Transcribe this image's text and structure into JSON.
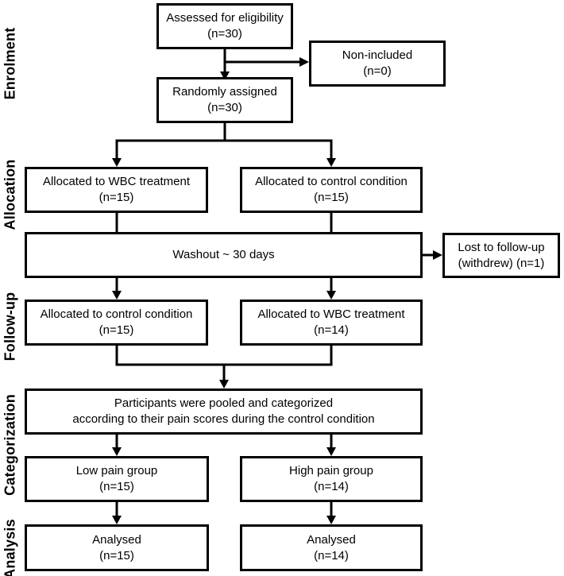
{
  "stages": [
    {
      "label": "Enrolment"
    },
    {
      "label": "Allocation"
    },
    {
      "label": "Follow-up"
    },
    {
      "label": "Categorization"
    },
    {
      "label": "Analysis"
    }
  ],
  "boxes": {
    "assessed": {
      "lines": [
        "Assessed for eligibility",
        "(n=30)"
      ]
    },
    "non_included": {
      "lines": [
        "Non-included",
        "(n=0)"
      ]
    },
    "randomized": {
      "lines": [
        "Randomly assigned",
        "(n=30)"
      ]
    },
    "alloc_wbc": {
      "lines": [
        "Allocated to WBC treatment",
        "(n=15)"
      ]
    },
    "alloc_control": {
      "lines": [
        "Allocated to control condition",
        "(n=15)"
      ]
    },
    "washout": {
      "lines": [
        "Washout ~ 30 days"
      ]
    },
    "lost_followup": {
      "lines": [
        "Lost to follow-up",
        "(withdrew) (n=1)"
      ]
    },
    "followup_control": {
      "lines": [
        "Allocated to control condition",
        "(n=15)"
      ]
    },
    "followup_wbc": {
      "lines": [
        "Allocated to WBC treatment",
        "(n=14)"
      ]
    },
    "pooled": {
      "lines": [
        "Participants were pooled and categorized",
        "according to their pain scores during the control condition"
      ]
    },
    "low_pain": {
      "lines": [
        "Low pain group",
        "(n=15)"
      ]
    },
    "high_pain": {
      "lines": [
        "High pain group",
        "(n=14)"
      ]
    },
    "analysed_low": {
      "lines": [
        "Analysed",
        "(n=15)"
      ]
    },
    "analysed_high": {
      "lines": [
        "Analysed",
        "(n=14)"
      ]
    }
  },
  "colors": {
    "line": "#000000",
    "box_border": "#000000",
    "background": "#ffffff",
    "text": "#000000"
  }
}
